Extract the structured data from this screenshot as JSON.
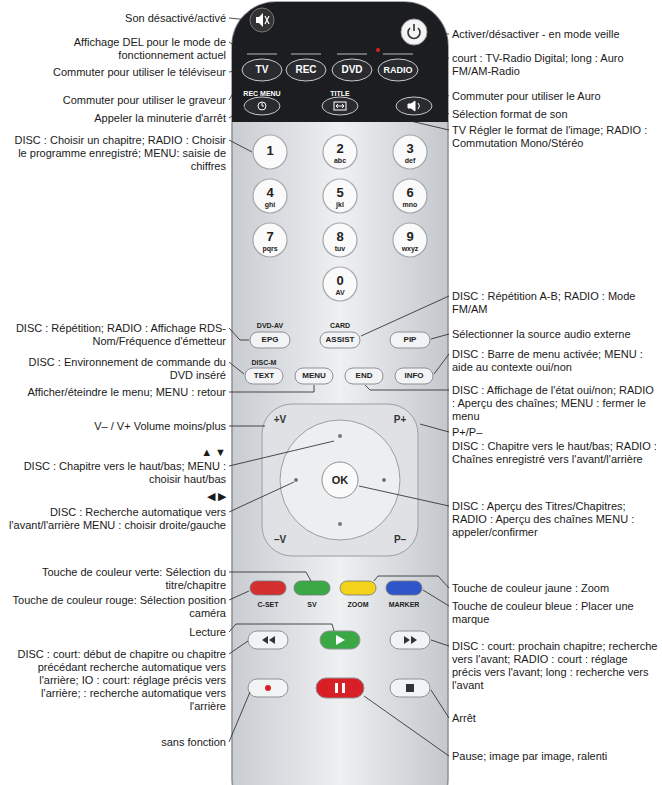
{
  "diagram": {
    "labels": [
      "Son désactivé/activé",
      "Activer/désactiver - en mode veille",
      "Affichage DEL pour le mode de fonctionnement actuel",
      "court : TV-Radio Digital; long : Auro FM/AM-Radio",
      "Commuter pour utiliser le téléviseur",
      "TV",
      "REC",
      "DVD",
      "RADIO",
      "Commuter pour utiliser le graveur",
      "Commuter pour utiliser le Auro",
      "REC MENU",
      "TITLE",
      "Appeler la minuterie d'arrêt",
      "Sélection format de son",
      "TV Régler le format de l'image; RADIO : Commutation Mono/Stéréo",
      "DISC : Choisir un chapitre; RADIO : Choisir le programme enregistré; MENU: saisie de chiffres",
      "1",
      "2",
      "abc",
      "3",
      "def",
      "4",
      "ghi",
      "5",
      "jkl",
      "6",
      "mno",
      "7",
      "pqrs",
      "8",
      "tuv",
      "9",
      "wxyz",
      "0",
      "AV",
      "DISC : Répétition A-B; RADIO : Mode FM/AM",
      "DISC : Répétition; RADIO : Affichage RDS-Nom/Fréquence d'émetteur",
      "Sélectionner la source audio externe",
      "DVD-AV",
      "CARD",
      "EPG",
      "ASSIST",
      "PIP",
      "DISC : Environnement de commande du DVD inséré",
      "DISC : Barre de menu activée; MENU : aide au contexte oui/non",
      "DISC-M",
      "TEXT",
      "MENU",
      "END",
      "INFO",
      "Afficher/éteindre le menu; MENU : retour",
      "DISC : Affichage de l'état oui/non; RADIO : Aperçu des chaînes; MENU : fermer le menu",
      "V– / V+ Volume moins/plus",
      "+V",
      "P+",
      "P+/P–",
      "DISC : Chapitre vers le haut/bas; RADIO : Chaînes enregistré vers l'avant/l'arrière",
      "▲ ▼",
      "DISC : Chapitre vers le haut/bas; MENU : choisir haut/bas",
      "OK",
      "◀ ▶",
      "DISC : Recherche automatique vers l'avant/l'arrière MENU : choisir droite/gauche",
      "DISC : Aperçu des Titres/Chapitres; RADIO : Aperçu des chaînes MENU : appeler/confirmer",
      "–V",
      "P–",
      "Touche de couleur verte: Sélection du titre/chapitre",
      "Touche de couleur jaune : Zoom",
      "Touche de couleur rouge: Sélection position caméra",
      "Touche de couleur bleue : Placer une marque",
      "C-SET",
      "SV",
      "ZOOM",
      "MARKER",
      "Lecture",
      "DISC : court: début de chapitre ou chapitre précédant recherche automatique vers l'arrière; IO : court: réglage précis vers l'arrière; : recherche automatique vers l'arrière",
      "DISC : court: prochain chapitre; recherche vers l'avant; RADIO : court : réglage précis vers l'avant; long : recherche vers l'avant",
      "sans fonction",
      "Arrêt",
      "Pause; image par image, ralenti"
    ]
  }
}
